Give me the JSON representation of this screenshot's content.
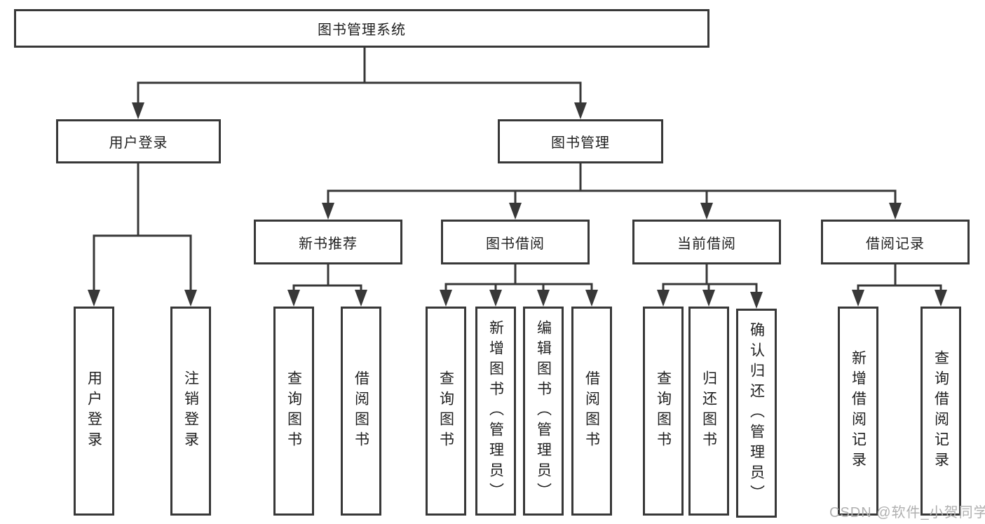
{
  "nodes": {
    "root": "图书管理系统",
    "user_login": "用户登录",
    "book_management": "图书管理",
    "new_book_recommend": "新书推荐",
    "book_borrowing": "图书借阅",
    "current_borrowing": "当前借阅",
    "borrowing_records": "借阅记录",
    "leaf_user_login": "用户登录",
    "leaf_logout": "注销登录",
    "leaf_nbr_query_books": "查询图书",
    "leaf_nbr_borrow_books": "借阅图书",
    "leaf_bb_query_books": "查询图书",
    "leaf_bb_add_books_admin": "新增图书（管理员）",
    "leaf_bb_edit_books_admin": "编辑图书（管理员）",
    "leaf_bb_borrow_books": "借阅图书",
    "leaf_cb_query_books": "查询图书",
    "leaf_cb_return_books": "归还图书",
    "leaf_cb_confirm_return_admin": "确认归还（管理员）",
    "leaf_br_add_record": "新增借阅记录",
    "leaf_br_query_record": "查询借阅记录"
  },
  "watermark": "CSDN @软件_小贺同学",
  "colors": {
    "line": "#383838",
    "text": "#1f1f1f",
    "watermark": "#b0b0b0",
    "background": "#ffffff"
  }
}
